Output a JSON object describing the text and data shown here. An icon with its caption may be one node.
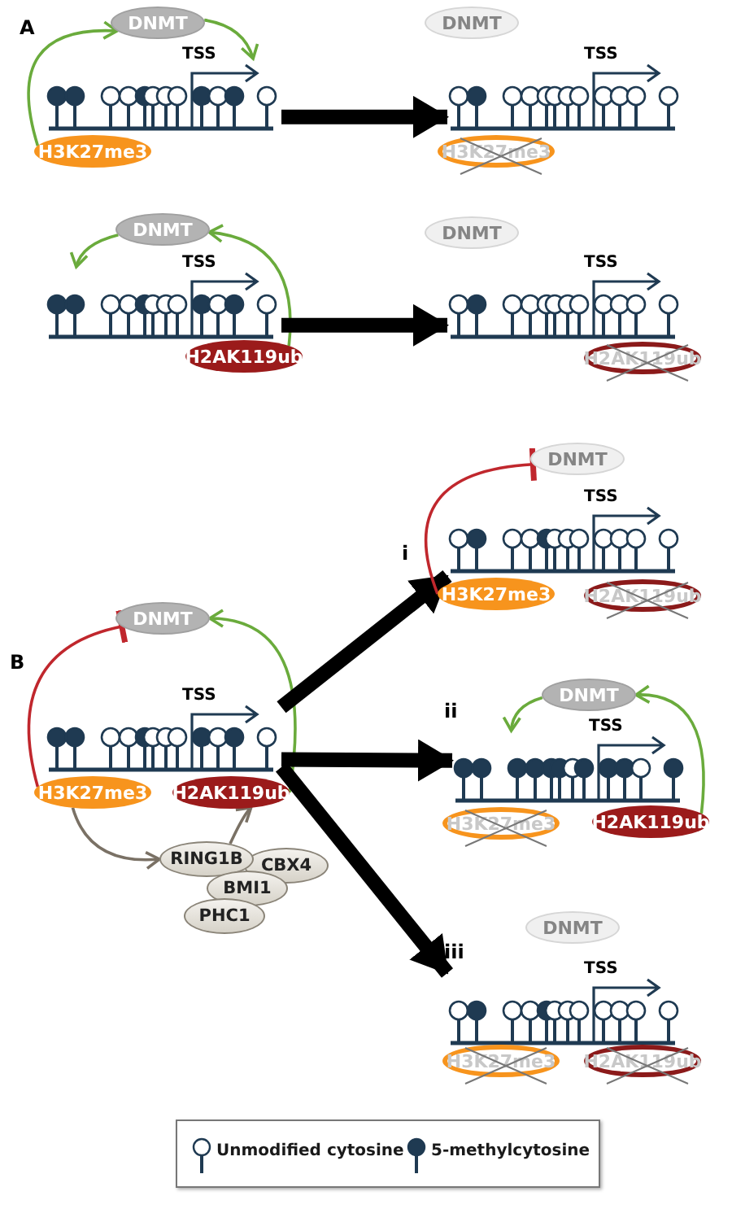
{
  "diagram": {
    "nodes": [
      {
        "text": [
          "DNMT"
        ]
      },
      {
        "text": [
          "TSS"
        ]
      },
      {
        "text": [
          "H3K27me3"
        ]
      },
      {
        "text": [
          "DNMT"
        ]
      },
      {
        "text": [
          "TSS"
        ]
      },
      {
        "text": [
          "H3K27me3"
        ]
      },
      {
        "text": [
          "DNMT"
        ]
      },
      {
        "text": [
          "TSS"
        ]
      },
      {
        "text": [
          "H2AK119ub"
        ]
      },
      {
        "text": [
          "DNMT"
        ]
      },
      {
        "text": [
          "TSS"
        ]
      },
      {
        "text": [
          "H2AK119ub"
        ]
      },
      {
        "text": [
          "DNMT"
        ]
      },
      {
        "text": [
          "TSS"
        ]
      },
      {
        "text": [
          "H3K27me3"
        ]
      },
      {
        "text": [
          "H2AK119ub"
        ]
      },
      {
        "text": [
          "RING1B"
        ]
      },
      {
        "text": [
          "CBX4"
        ]
      },
      {
        "text": [
          "BMI1"
        ]
      },
      {
        "text": [
          "PHC1"
        ]
      },
      {
        "text": [
          "DNMT"
        ]
      },
      {
        "text": [
          "TSS"
        ]
      },
      {
        "text": [
          "H3K27me3"
        ]
      },
      {
        "text": [
          "H2AK119ub"
        ]
      },
      {
        "text": [
          "DNMT"
        ]
      },
      {
        "text": [
          "TSS"
        ]
      },
      {
        "text": [
          "H3K27me3"
        ]
      },
      {
        "text": [
          "H2AK119ub"
        ]
      },
      {
        "text": [
          "DNMT"
        ]
      },
      {
        "text": [
          "TSS"
        ]
      },
      {
        "text": [
          "H3K27me3"
        ]
      },
      {
        "text": [
          "H2AK119ub"
        ]
      }
    ],
    "edges": [
      {
        "from": 2,
        "to": 0,
        "arrow": "to"
      },
      {
        "from": 0,
        "to": 1,
        "arrow": "to"
      },
      {
        "from": 1,
        "to": 4,
        "arrow": "to",
        "style": "thick",
        "color": "#000000"
      },
      {
        "from": 8,
        "to": 6,
        "arrow": "to"
      },
      {
        "from": 6,
        "to": 7,
        "arrow": "to"
      },
      {
        "from": 7,
        "to": 10,
        "arrow": "to",
        "style": "thick",
        "color": "#000000"
      },
      {
        "from": 14,
        "to": 12,
        "arrow": "other",
        "color": "#c0272d"
      },
      {
        "from": 15,
        "to": 12,
        "arrow": "to"
      },
      {
        "from": 14,
        "to": 16,
        "arrow": "to",
        "color": "#7a7165"
      },
      {
        "from": 16,
        "to": 15,
        "arrow": "to",
        "color": "#7a7165"
      },
      {
        "from": 13,
        "to": 21,
        "arrow": "to",
        "style": "thick",
        "color": "#000000"
      },
      {
        "from": 13,
        "to": 25,
        "arrow": "to",
        "style": "thick",
        "color": "#000000"
      },
      {
        "from": 13,
        "to": 29,
        "arrow": "to",
        "style": "thick",
        "color": "#000000"
      },
      {
        "from": 22,
        "to": 20,
        "arrow": "other",
        "color": "#c0272d"
      },
      {
        "from": 24,
        "to": 25,
        "arrow": "to"
      },
      {
        "from": 27,
        "to": 24,
        "arrow": "to"
      }
    ],
    "labels": [
      "A",
      "i",
      "B",
      "ii",
      "iii"
    ],
    "legend": [
      {
        "text": "Unmodified cytosine"
      },
      {
        "text": "5-methylcytosine"
      }
    ]
  }
}
